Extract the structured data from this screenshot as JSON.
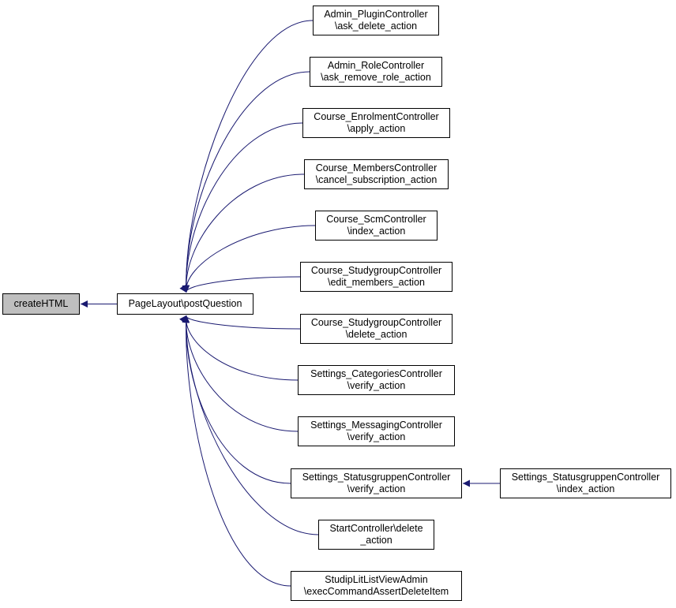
{
  "graph": {
    "edge_color": "#191970",
    "nodes": {
      "createHTML": {
        "lines": [
          "createHTML"
        ],
        "highlighted": true
      },
      "postQuestion": {
        "lines": [
          "PageLayout\\postQuestion"
        ]
      },
      "plugin": {
        "lines": [
          "Admin_PluginController",
          "\\ask_delete_action"
        ]
      },
      "role": {
        "lines": [
          "Admin_RoleController",
          "\\ask_remove_role_action"
        ]
      },
      "enrol": {
        "lines": [
          "Course_EnrolmentController",
          "\\apply_action"
        ]
      },
      "members": {
        "lines": [
          "Course_MembersController",
          "\\cancel_subscription_action"
        ]
      },
      "scm": {
        "lines": [
          "Course_ScmController",
          "\\index_action"
        ]
      },
      "sg_edit": {
        "lines": [
          "Course_StudygroupController",
          "\\edit_members_action"
        ]
      },
      "sg_delete": {
        "lines": [
          "Course_StudygroupController",
          "\\delete_action"
        ]
      },
      "categories": {
        "lines": [
          "Settings_CategoriesController",
          "\\verify_action"
        ]
      },
      "messaging": {
        "lines": [
          "Settings_MessagingController",
          "\\verify_action"
        ]
      },
      "status_verify": {
        "lines": [
          "Settings_StatusgruppenController",
          "\\verify_action"
        ]
      },
      "status_index": {
        "lines": [
          "Settings_StatusgruppenController",
          "\\index_action"
        ]
      },
      "start": {
        "lines": [
          "StartController\\delete",
          "_action"
        ]
      },
      "litlist": {
        "lines": [
          "StudipLitListViewAdmin",
          "\\execCommandAssertDeleteItem"
        ]
      }
    },
    "edges": [
      {
        "from": "postQuestion",
        "to": "createHTML"
      },
      {
        "from": "plugin",
        "to": "postQuestion"
      },
      {
        "from": "role",
        "to": "postQuestion"
      },
      {
        "from": "enrol",
        "to": "postQuestion"
      },
      {
        "from": "members",
        "to": "postQuestion"
      },
      {
        "from": "scm",
        "to": "postQuestion"
      },
      {
        "from": "sg_edit",
        "to": "postQuestion"
      },
      {
        "from": "sg_delete",
        "to": "postQuestion"
      },
      {
        "from": "categories",
        "to": "postQuestion"
      },
      {
        "from": "messaging",
        "to": "postQuestion"
      },
      {
        "from": "status_verify",
        "to": "postQuestion"
      },
      {
        "from": "start",
        "to": "postQuestion"
      },
      {
        "from": "litlist",
        "to": "postQuestion"
      },
      {
        "from": "status_index",
        "to": "status_verify"
      }
    ]
  }
}
